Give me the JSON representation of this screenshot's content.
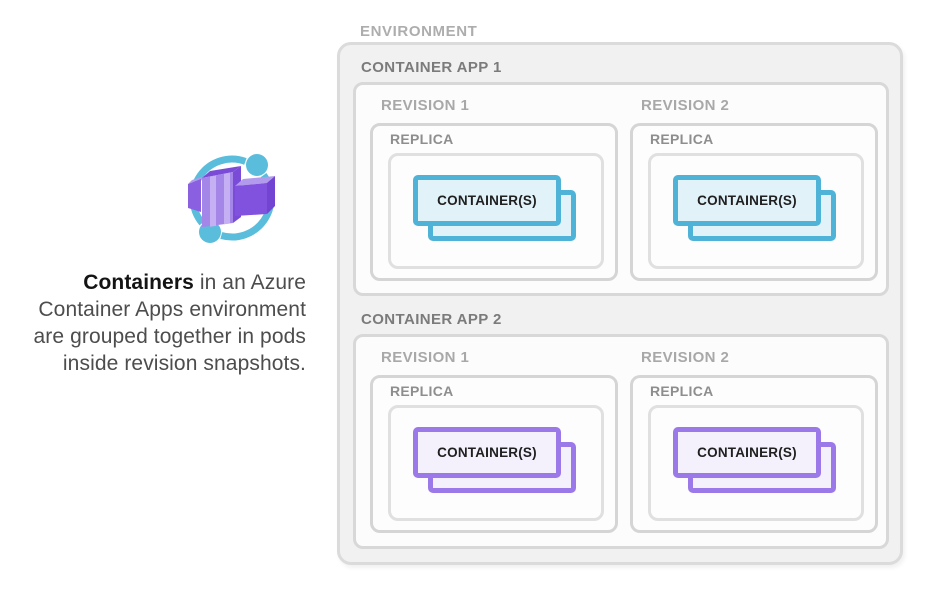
{
  "left_panel": {
    "icon": "azure-container-apps",
    "caption": {
      "line1_bold": "Containers",
      "line1_rest": " in an Azure",
      "line2": "Container Apps environment",
      "line3": "are grouped together in pods",
      "line4": "inside revision snapshots."
    }
  },
  "diagram": {
    "environment_label": "ENVIRONMENT",
    "apps": [
      {
        "label": "CONTAINER APP 1",
        "accent": "#4fb3d8",
        "container_fill": "#e2f2f9",
        "revisions": [
          {
            "label": "REVISION 1",
            "replica_label": "REPLICA",
            "container_label": "CONTAINER(S)"
          },
          {
            "label": "REVISION 2",
            "replica_label": "REPLICA",
            "container_label": "CONTAINER(S)"
          }
        ]
      },
      {
        "label": "CONTAINER APP 2",
        "accent": "#9c79e8",
        "container_fill": "#f5f1fc",
        "revisions": [
          {
            "label": "REVISION 1",
            "replica_label": "REPLICA",
            "container_label": "CONTAINER(S)"
          },
          {
            "label": "REVISION 2",
            "replica_label": "REPLICA",
            "container_label": "CONTAINER(S)"
          }
        ]
      }
    ]
  },
  "icon_colors": {
    "ring_blue": "#5abddb",
    "purple_dark": "#7a4bd6",
    "purple_mid": "#8152dd",
    "purple_light": "#a486e9",
    "purple_stripe": "#c4b0f3"
  }
}
